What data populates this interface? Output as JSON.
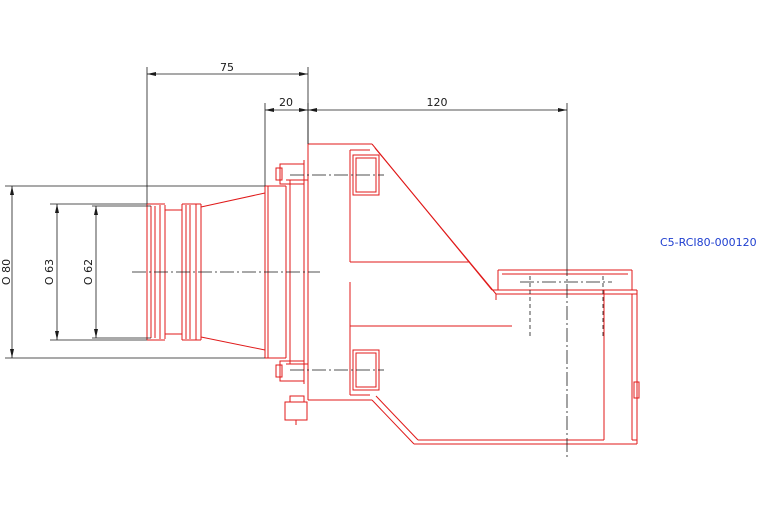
{
  "dimensions": {
    "overall_length": "75",
    "flange_thickness": "20",
    "offset_length": "120",
    "diameter_80": "O 80",
    "diameter_63": "O 63",
    "diameter_62": "O 62"
  },
  "part_code": "C5-RCI80-000120",
  "colors": {
    "part": "#e01a1a",
    "dimension": "#1a1a1a",
    "code": "#1f3fd0"
  }
}
